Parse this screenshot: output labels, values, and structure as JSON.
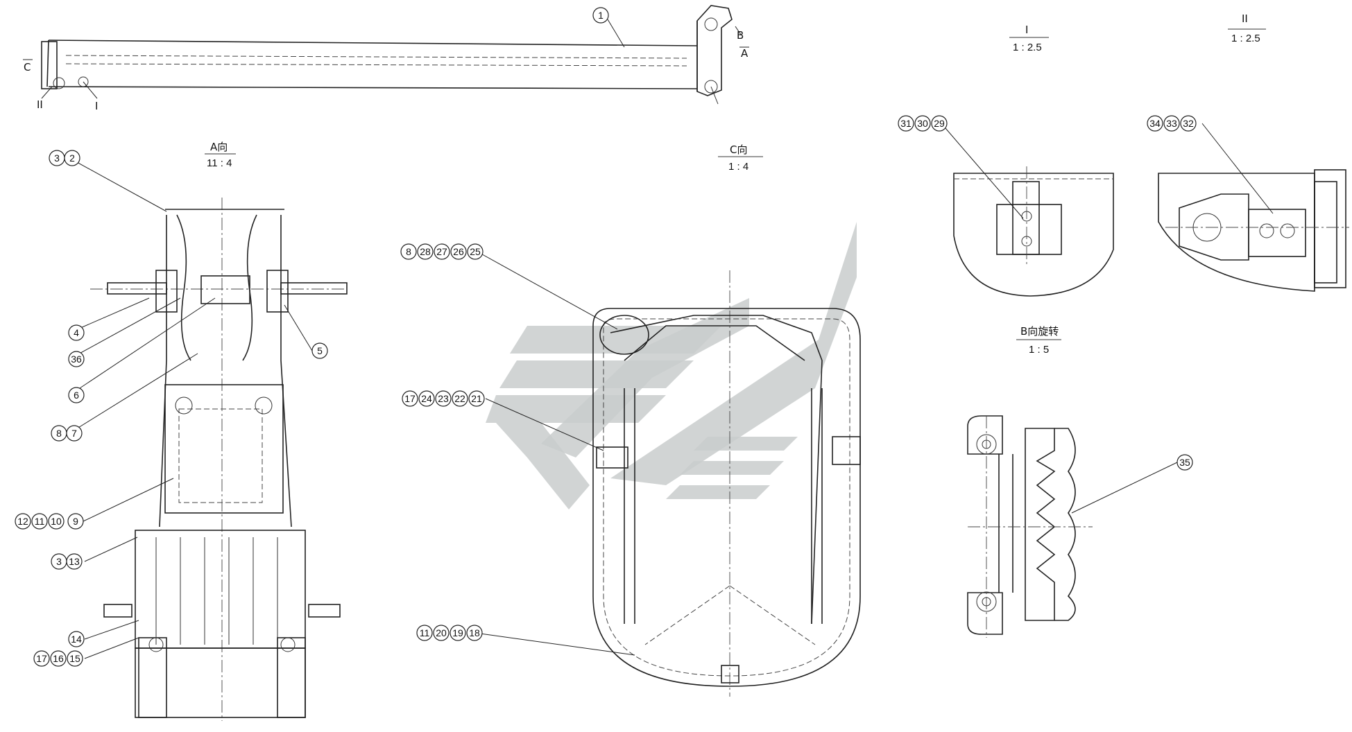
{
  "views": {
    "overall": {
      "section_marks": {
        "b": "B",
        "a": "A",
        "c": "C",
        "detail_1": "I",
        "detail_2": "II"
      },
      "balloons": [
        "1"
      ]
    },
    "view_a": {
      "title": "A向",
      "scale": "11 : 4",
      "balloon_groups": [
        [
          "3",
          "2"
        ],
        [
          "4"
        ],
        [
          "36"
        ],
        [
          "6"
        ],
        [
          "8",
          "7"
        ],
        [
          "5"
        ],
        [
          "12",
          "11",
          "10",
          "9"
        ],
        [
          "3",
          "13"
        ],
        [
          "14"
        ],
        [
          "17",
          "16",
          "15"
        ]
      ]
    },
    "view_c": {
      "title": "C向",
      "scale": "1 : 4",
      "balloon_groups": [
        [
          "8",
          "28",
          "27",
          "26",
          "25"
        ],
        [
          "17",
          "24",
          "23",
          "22",
          "21"
        ],
        [
          "11",
          "20",
          "19",
          "18"
        ]
      ]
    },
    "detail_1": {
      "title": "I",
      "scale": "1 : 2.5",
      "balloon_groups": [
        [
          "31",
          "30",
          "29"
        ]
      ]
    },
    "detail_2": {
      "title": "II",
      "scale": "1 : 2.5",
      "balloon_groups": [
        [
          "34",
          "33",
          "32"
        ]
      ]
    },
    "view_b": {
      "title": "B向旋转",
      "scale": "1 : 5",
      "balloon_groups": [
        [
          "35"
        ]
      ]
    }
  },
  "colors": {
    "line": "#222222",
    "watermark": "#c9cdcc",
    "background": "#ffffff"
  }
}
